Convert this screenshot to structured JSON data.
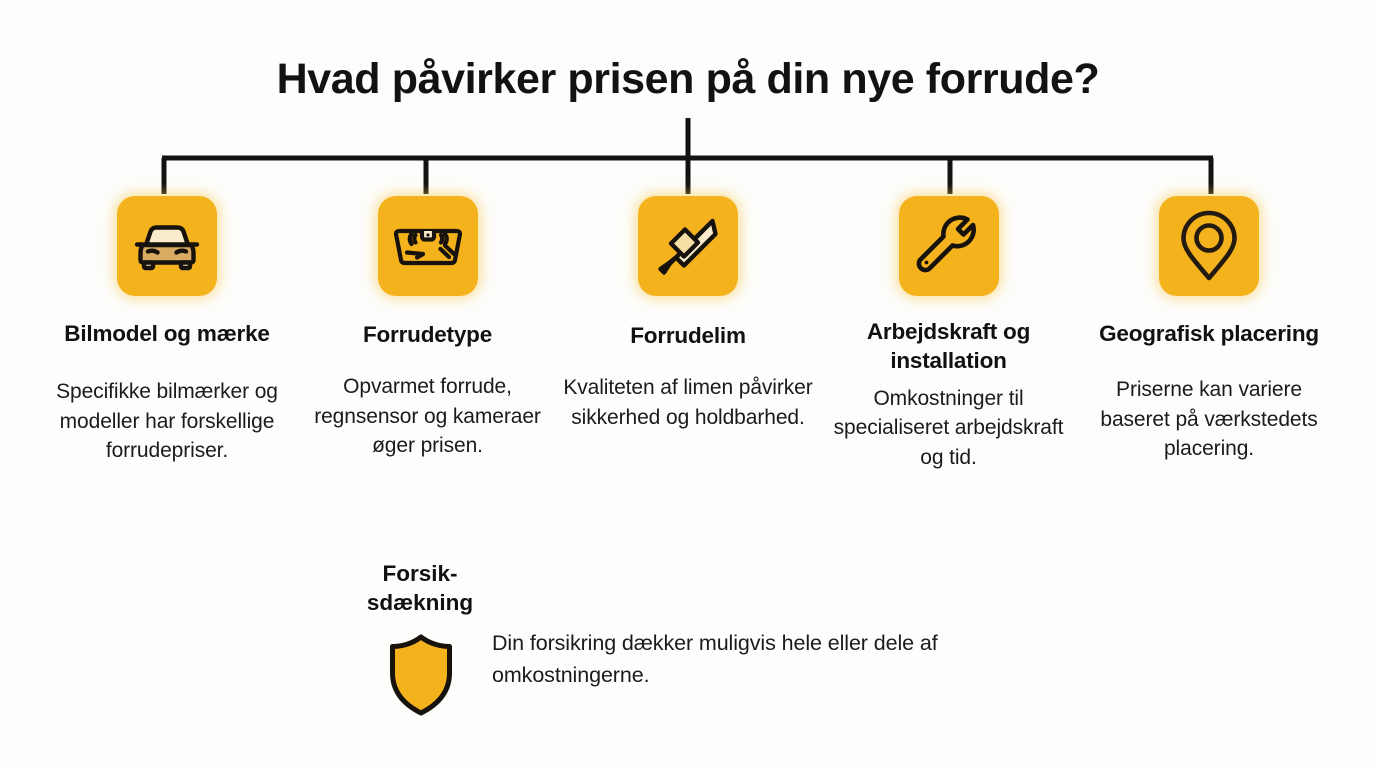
{
  "page": {
    "title": "Hvad påvirker prisen på din nye forrude?",
    "background_color": "#fdfdfb",
    "accent_color": "#f4b21d",
    "line_color": "#121212",
    "text_color": "#111111"
  },
  "columns": [
    {
      "icon": "car-front-icon",
      "heading": "Bilmodel og mærke",
      "body": "Specifikke bilmærker og modeller har forskellige forrudepriser."
    },
    {
      "icon": "windshield-icon",
      "heading": "Forrudetype",
      "body": "Opvarmet forrude, regnsensor og kameraer øger prisen."
    },
    {
      "icon": "glue-tube-icon",
      "heading": "Forrudelim",
      "body": "Kvaliteten af limen påvirker sikkerhed og holdbarhed."
    },
    {
      "icon": "wrench-icon",
      "heading": "Arbejdskraft og installation",
      "body": "Omkostninger til specialiseret arbejdskraft og tid."
    },
    {
      "icon": "location-pin-icon",
      "heading": "Geografisk placering",
      "body": "Priserne kan variere baseret på værkstedets placering."
    }
  ],
  "insurance": {
    "icon": "shield-icon",
    "heading": "Forsik-sdækning",
    "body": "Din forsikring dækker muligvis hele eller dele af omkostningerne."
  }
}
